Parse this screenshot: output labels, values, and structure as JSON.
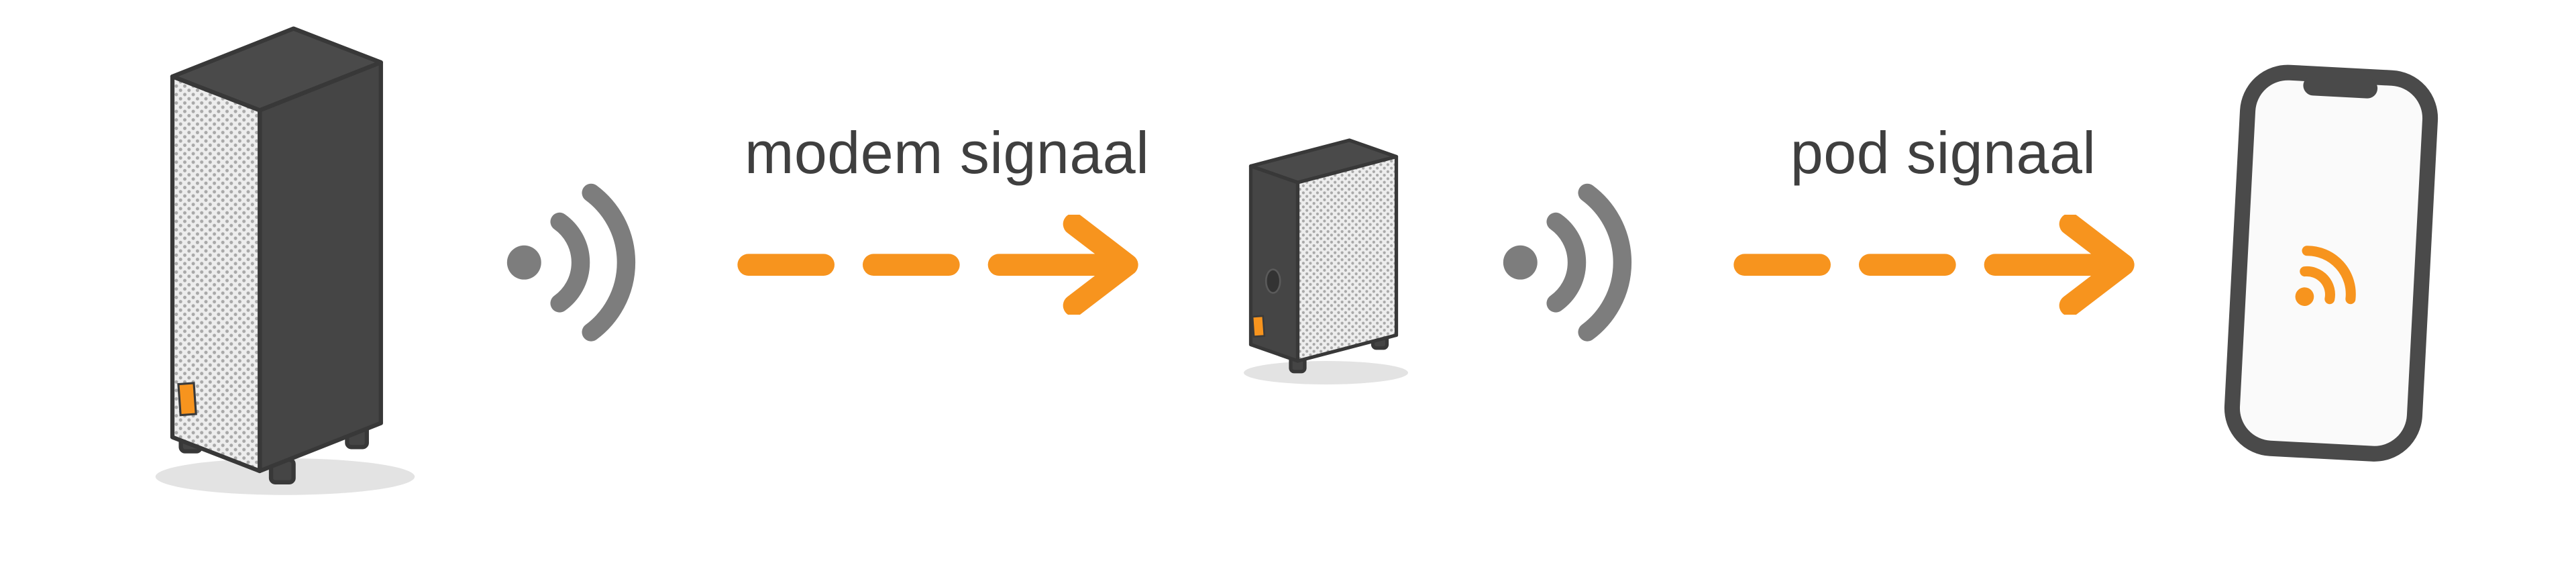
{
  "diagram": {
    "type": "flow",
    "arrows": [
      {
        "label": "modem signaal"
      },
      {
        "label": "pod signaal"
      }
    ],
    "nodes": [
      {
        "id": "modem",
        "icon": "modem-illustration"
      },
      {
        "id": "modem-signal",
        "icon": "wifi-signal-icon"
      },
      {
        "id": "pod",
        "icon": "pod-illustration"
      },
      {
        "id": "pod-signal",
        "icon": "wifi-signal-icon"
      },
      {
        "id": "phone",
        "icon": "smartphone-illustration"
      }
    ],
    "colors": {
      "accent_orange": "#F7941E",
      "device_dark": "#454545",
      "device_top": "#4A4A4A",
      "outline_dark": "#383838",
      "signal_gray": "#7D7D7D",
      "dotted_face_light": "#EDEDED",
      "label_text": "#3F3F3F",
      "shadow": "#E3E3E3",
      "screen_white": "#FAFAFA"
    }
  }
}
